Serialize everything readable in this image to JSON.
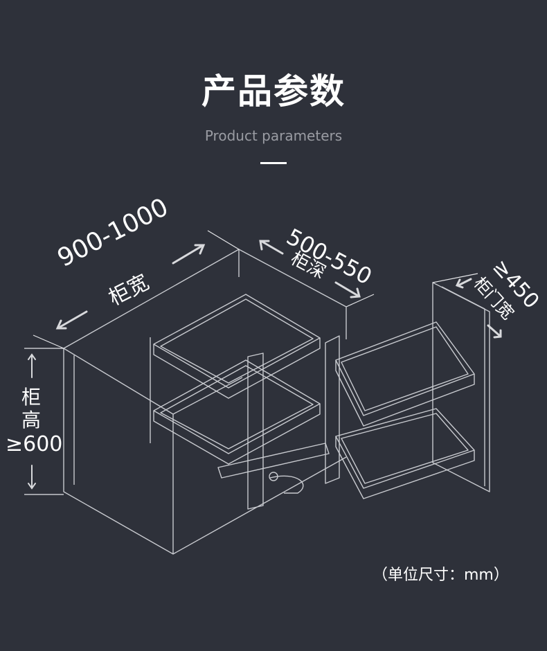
{
  "page": {
    "title": "产品参数",
    "subtitle": "Product parameters",
    "unit_note": "（单位尺寸：mm）"
  },
  "dimensions": {
    "width": {
      "value": "900-1000",
      "label": "柜宽"
    },
    "depth": {
      "value": "500-550",
      "label": "柜深"
    },
    "door": {
      "value": "≥450",
      "label": "柜门宽"
    },
    "height": {
      "label_1": "柜",
      "label_2": "高",
      "value": "≥600"
    }
  },
  "colors": {
    "background": "#2e313a",
    "text": "#ffffff",
    "subtitle": "#9a9ca3",
    "line": "#c9cbd0"
  }
}
